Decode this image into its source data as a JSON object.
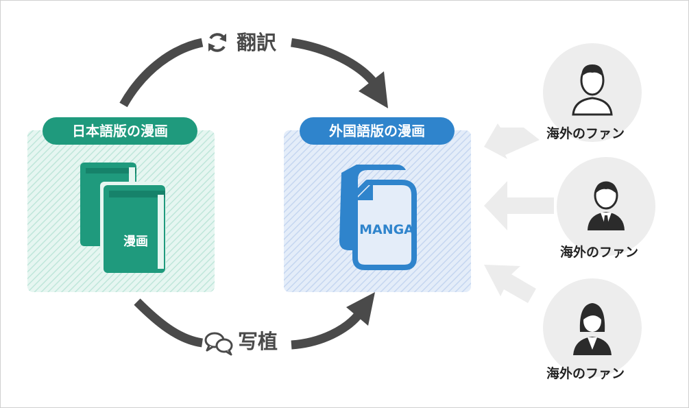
{
  "steps": {
    "translate": "翻訳",
    "typeset": "写植"
  },
  "source_box": {
    "badge": "日本語版の漫画",
    "book_label": "漫画"
  },
  "target_box": {
    "badge": "外国語版の漫画",
    "doc_label": "MANGA"
  },
  "fans": [
    {
      "label": "海外のファン",
      "icon": "man-user-icon"
    },
    {
      "label": "海外のファン",
      "icon": "businessman-user-icon"
    },
    {
      "label": "海外のファン",
      "icon": "woman-user-icon"
    }
  ],
  "colors": {
    "green": "#1f9a7d",
    "blue": "#2f84cc",
    "arrow_dark": "#4a4a4a",
    "arrow_light": "#ececec"
  }
}
